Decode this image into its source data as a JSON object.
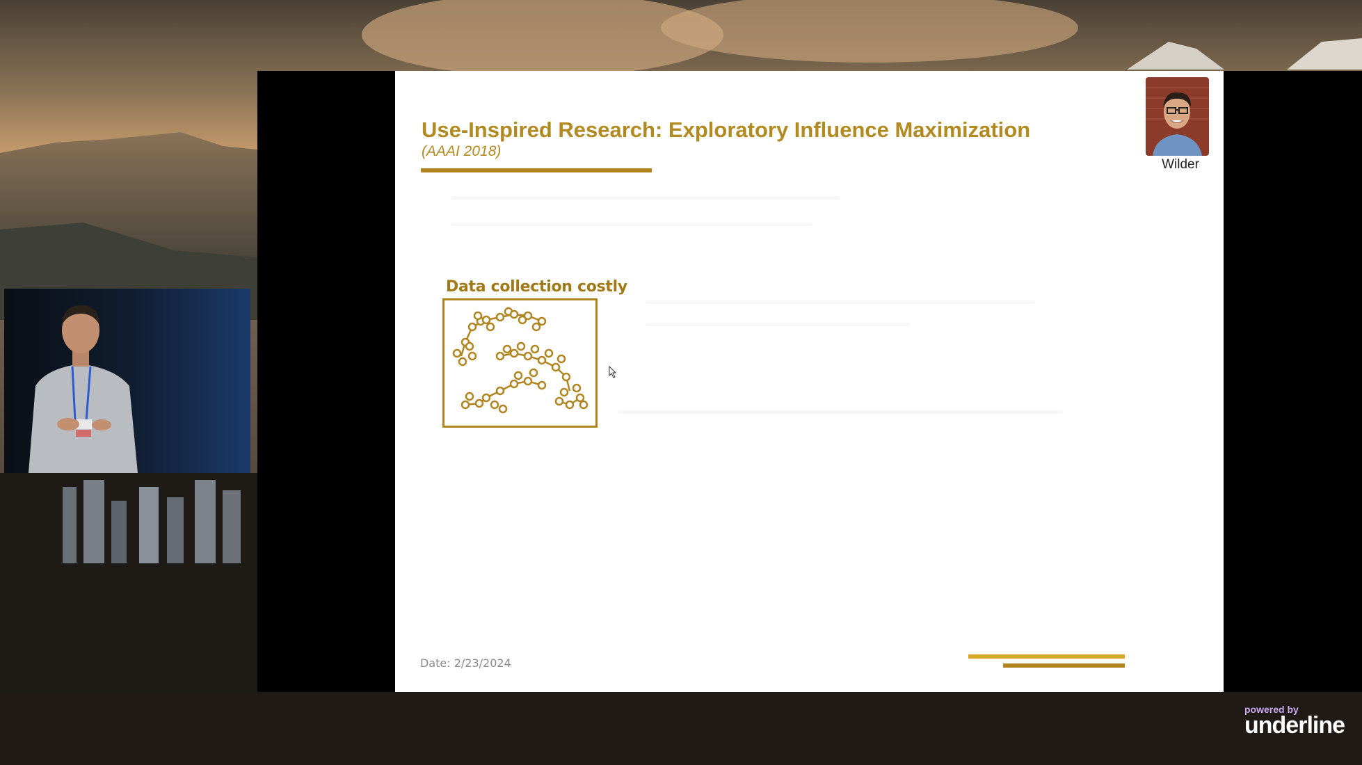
{
  "slide": {
    "title": "Use-Inspired Research: Exploratory Influence Maximization",
    "subtitle": "(AAAI 2018)",
    "speaker_name": "Wilder",
    "figure_label": "Data collection costly",
    "date": "Date: 2/23/2024"
  },
  "branding": {
    "powered_by": "powered by",
    "name": "underline"
  },
  "colors": {
    "accent_gold": "#b28a22",
    "bar_gold": "#d8a826",
    "slide_bg": "#ffffff",
    "frame_bg": "#000000",
    "brand_purple": "#c8a8f0"
  },
  "icons": {
    "cursor": "mouse-pointer-icon"
  }
}
